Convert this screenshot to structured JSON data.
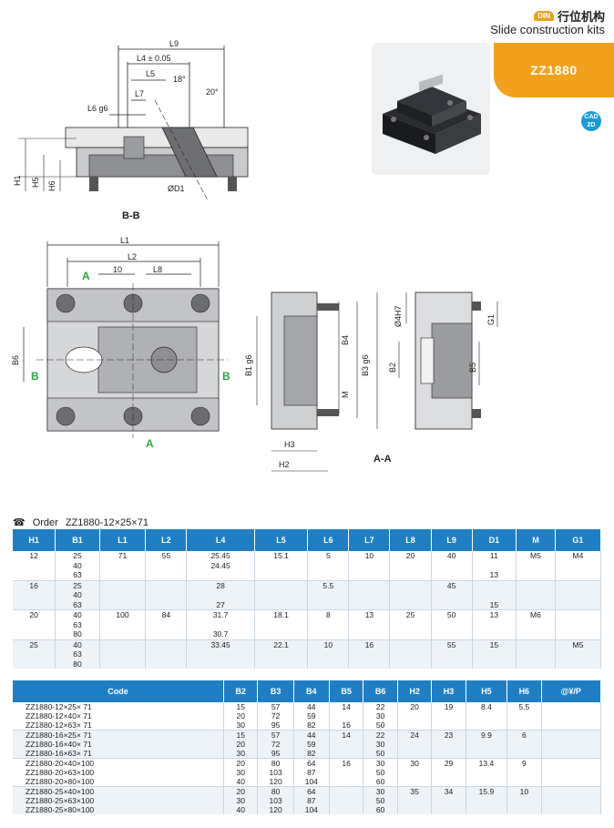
{
  "header": {
    "din": "DIN",
    "title_cn": "行位机构",
    "title_en": "Slide construction kits"
  },
  "product_code": "ZZ1880",
  "cad_badge": {
    "line1": "CAD",
    "line2": "2D"
  },
  "views": {
    "bb": "B-B",
    "aa": "A-A"
  },
  "drawing_labels": {
    "l9": "L9",
    "l4": "L4 ± 0.05",
    "l5": "L5",
    "l6g6": "L6 g6",
    "l7": "L7",
    "a18": "18°",
    "a20": "20°",
    "d1": "ØD1",
    "h1": "H1",
    "h5": "H5",
    "h6": "H6",
    "l1": "L1",
    "l2": "L2",
    "d10": "10",
    "l8": "L8",
    "b6": "B6",
    "a": "A",
    "b": "B",
    "b1g6": "B1 g6",
    "b4": "B4",
    "b3g6": "B3 g6",
    "m": "M",
    "h3": "H3",
    "h2": "H2",
    "d4h7": "Ø4H7",
    "g1": "G1",
    "b2": "B2",
    "b5": "B5"
  },
  "order": {
    "label": "Order",
    "example": "ZZ1880-12×25×71"
  },
  "table1": {
    "headers": [
      "H1",
      "B1",
      "L1",
      "L2",
      "L4",
      "L5",
      "L6",
      "L7",
      "L8",
      "L9",
      "D1",
      "M",
      "G1"
    ],
    "rows": [
      [
        "12",
        "25",
        "71",
        "55",
        "25.45",
        "15.1",
        "5",
        "10",
        "20",
        "40",
        "11",
        "M5",
        "M4"
      ],
      [
        "",
        "40",
        "",
        "",
        "24.45",
        "",
        "",
        "",
        "",
        "",
        "",
        "",
        ""
      ],
      [
        "",
        "63",
        "",
        "",
        "",
        "",
        "",
        "",
        "",
        "",
        "13",
        "",
        ""
      ],
      [
        "16",
        "25",
        "",
        "",
        "28",
        "",
        "5.5",
        "",
        "",
        "45",
        "",
        "",
        ""
      ],
      [
        "",
        "40",
        "",
        "",
        "",
        "",
        "",
        "",
        "",
        "",
        "",
        "",
        ""
      ],
      [
        "",
        "63",
        "",
        "",
        "27",
        "",
        "",
        "",
        "",
        "",
        "15",
        "",
        ""
      ],
      [
        "20",
        "40",
        "100",
        "84",
        "31.7",
        "18.1",
        "8",
        "13",
        "25",
        "50",
        "13",
        "M6",
        ""
      ],
      [
        "",
        "63",
        "",
        "",
        "",
        "",
        "",
        "",
        "",
        "",
        "",
        "",
        ""
      ],
      [
        "",
        "80",
        "",
        "",
        "30.7",
        "",
        "",
        "",
        "",
        "",
        "",
        "",
        ""
      ],
      [
        "25",
        "40",
        "",
        "",
        "33.45",
        "22.1",
        "10",
        "16",
        "",
        "55",
        "15",
        "",
        "M5"
      ],
      [
        "",
        "63",
        "",
        "",
        "",
        "",
        "",
        "",
        "",
        "",
        "",
        "",
        ""
      ],
      [
        "",
        "80",
        "",
        "",
        "",
        "",
        "",
        "",
        "",
        "",
        "",
        "",
        ""
      ]
    ]
  },
  "table2": {
    "headers": [
      "Code",
      "B2",
      "B3",
      "B4",
      "B5",
      "B6",
      "H2",
      "H3",
      "H5",
      "H6",
      "@¥/P"
    ],
    "rows": [
      [
        "ZZ1880-12×25× 71",
        "15",
        "57",
        "44",
        "14",
        "22",
        "20",
        "19",
        "8.4",
        "5.5",
        ""
      ],
      [
        "ZZ1880-12×40× 71",
        "20",
        "72",
        "59",
        "",
        "30",
        "",
        "",
        "",
        "",
        ""
      ],
      [
        "ZZ1880-12×63× 71",
        "30",
        "95",
        "82",
        "16",
        "50",
        "",
        "",
        "",
        "",
        ""
      ],
      [
        "ZZ1880-16×25× 71",
        "15",
        "57",
        "44",
        "14",
        "22",
        "24",
        "23",
        "9.9",
        "6",
        ""
      ],
      [
        "ZZ1880-16×40× 71",
        "20",
        "72",
        "59",
        "",
        "30",
        "",
        "",
        "",
        "",
        ""
      ],
      [
        "ZZ1880-16×63× 71",
        "30",
        "95",
        "82",
        "",
        "50",
        "",
        "",
        "",
        "",
        ""
      ],
      [
        "ZZ1880-20×40×100",
        "20",
        "80",
        "64",
        "16",
        "30",
        "30",
        "29",
        "13.4",
        "9",
        ""
      ],
      [
        "ZZ1880-20×63×100",
        "30",
        "103",
        "87",
        "",
        "50",
        "",
        "",
        "",
        "",
        ""
      ],
      [
        "ZZ1880-20×80×100",
        "40",
        "120",
        "104",
        "",
        "60",
        "",
        "",
        "",
        "",
        ""
      ],
      [
        "ZZ1880-25×40×100",
        "20",
        "80",
        "64",
        "",
        "30",
        "35",
        "34",
        "15.9",
        "10",
        ""
      ],
      [
        "ZZ1880-25×63×100",
        "30",
        "103",
        "87",
        "",
        "50",
        "",
        "",
        "",
        "",
        ""
      ],
      [
        "ZZ1880-25×80×100",
        "40",
        "120",
        "104",
        "",
        "60",
        "",
        "",
        "",
        "",
        ""
      ]
    ]
  }
}
